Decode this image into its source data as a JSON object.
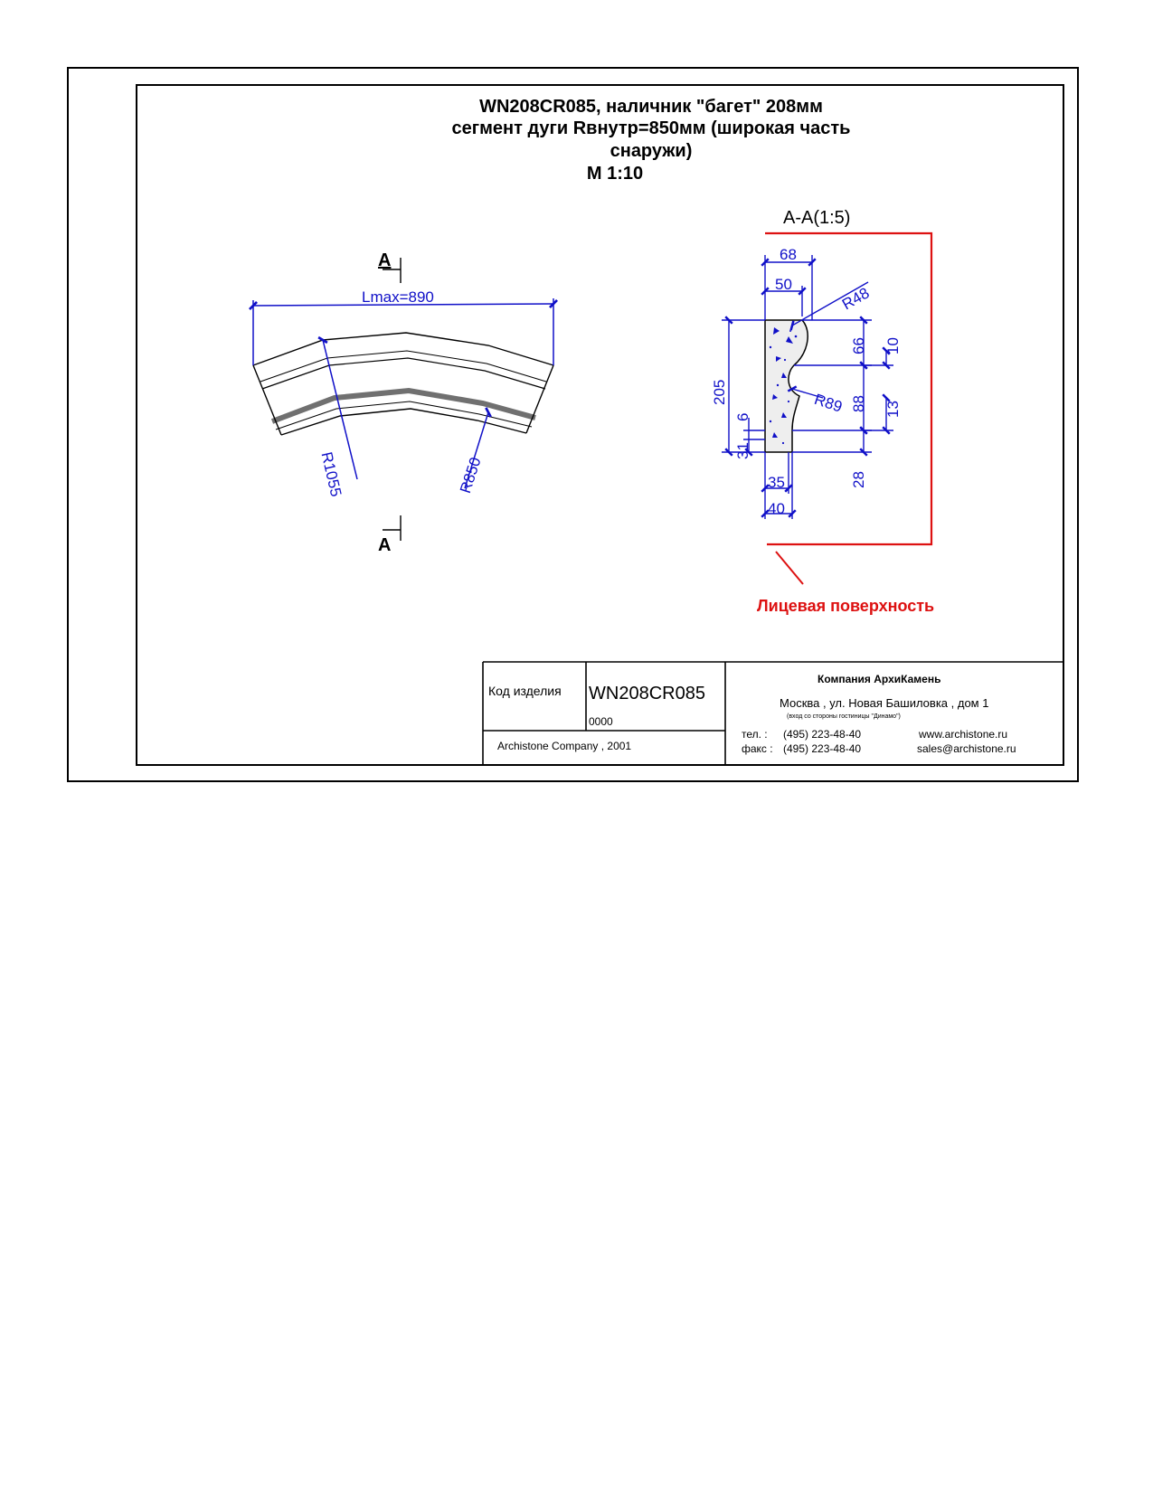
{
  "drawing": {
    "title_lines": [
      "WN208CR085, наличник \"багет\" 208мм",
      "сегмент дуги Rвнутр=850мм (широкая часть",
      "снаружи)",
      "М 1:10"
    ],
    "section_marker_top": "А",
    "section_marker_bottom": "А",
    "arc_view": {
      "length_label": "Lmax=890",
      "outer_radius": "R1055",
      "inner_radius": "R850"
    },
    "section_view": {
      "title": "А-А(1:5)",
      "dimensions": {
        "width_top_outer": "68",
        "width_top_inner": "50",
        "radius_top": "R48",
        "height_total": "205",
        "height_upper": "66",
        "offset_upper": "10",
        "radius_mid": "R89",
        "height_mid": "88",
        "offset_mid": "13",
        "step_small": "6",
        "height_lower": "31",
        "height_bottom": "28",
        "width_bottom_inner": "35",
        "width_bottom_outer": "40"
      },
      "face_label": "Лицевая поверхность"
    }
  },
  "title_block": {
    "code_label": "Код изделия",
    "code_value": "WN208CR085",
    "code_sub": "0000",
    "copyright": "Archistone  Company ,  2001",
    "company_name": "Компания  АрхиКамень",
    "address": "Москва , ул. Новая Башиловка , дом 1",
    "address_note": "(вход со стороны гостиницы \"Динамо\")",
    "phone_label": "тел.   :",
    "phone": "(495) 223-48-40",
    "fax_label": "факс :",
    "fax": "(495) 223-48-40",
    "website": "www.archistone.ru",
    "email": "sales@archistone.ru"
  },
  "colors": {
    "dimension": "#1010c8",
    "face_marker": "#dd1111",
    "outline": "#000000",
    "profile_fill": "#eeeeee",
    "stripe": "#707070"
  }
}
